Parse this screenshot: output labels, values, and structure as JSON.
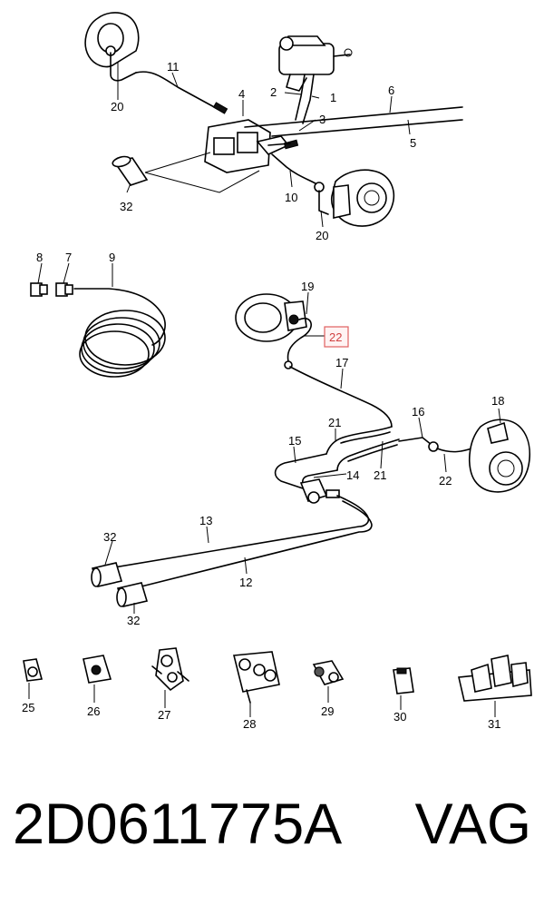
{
  "diagram": {
    "callouts": [
      {
        "id": "c1",
        "label": "1"
      },
      {
        "id": "c2",
        "label": "2"
      },
      {
        "id": "c3",
        "label": "3"
      },
      {
        "id": "c4",
        "label": "4"
      },
      {
        "id": "c5",
        "label": "5"
      },
      {
        "id": "c6",
        "label": "6"
      },
      {
        "id": "c7",
        "label": "7"
      },
      {
        "id": "c8",
        "label": "8"
      },
      {
        "id": "c9",
        "label": "9"
      },
      {
        "id": "c10",
        "label": "10"
      },
      {
        "id": "c11",
        "label": "11"
      },
      {
        "id": "c12",
        "label": "12"
      },
      {
        "id": "c13",
        "label": "13"
      },
      {
        "id": "c14",
        "label": "14"
      },
      {
        "id": "c15",
        "label": "15"
      },
      {
        "id": "c16",
        "label": "16"
      },
      {
        "id": "c17",
        "label": "17"
      },
      {
        "id": "c18",
        "label": "18"
      },
      {
        "id": "c19",
        "label": "19"
      },
      {
        "id": "c20a",
        "label": "20"
      },
      {
        "id": "c20b",
        "label": "20"
      },
      {
        "id": "c21a",
        "label": "21"
      },
      {
        "id": "c21b",
        "label": "21"
      },
      {
        "id": "c22hl",
        "label": "22",
        "highlighted": true
      },
      {
        "id": "c22",
        "label": "22"
      },
      {
        "id": "c25",
        "label": "25"
      },
      {
        "id": "c26",
        "label": "26"
      },
      {
        "id": "c27",
        "label": "27"
      },
      {
        "id": "c28",
        "label": "28"
      },
      {
        "id": "c29",
        "label": "29"
      },
      {
        "id": "c30",
        "label": "30"
      },
      {
        "id": "c31",
        "label": "31"
      },
      {
        "id": "c32a",
        "label": "32"
      },
      {
        "id": "c32b",
        "label": "32"
      },
      {
        "id": "c32c",
        "label": "32"
      }
    ],
    "highlight_color": "#e06060"
  },
  "footer": {
    "part_number": "2D0611775A",
    "brand": "VAG"
  }
}
